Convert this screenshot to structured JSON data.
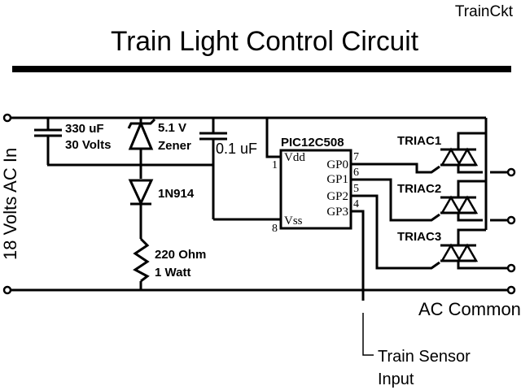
{
  "header": {
    "file_tag": "TrainCkt",
    "title": "Train Light Control Circuit"
  },
  "labels": {
    "power_input": "18 Volts AC In",
    "ac_common": "AC Common",
    "sensor_line1": "Train Sensor",
    "sensor_line2": "Input"
  },
  "components": {
    "cap_main": {
      "value": "330 uF",
      "rating": "30 Volts"
    },
    "zener": {
      "value": "5.1 V",
      "type": "Zener"
    },
    "diode": {
      "part": "1N914"
    },
    "resistor": {
      "value": "220 Ohm",
      "rating": "1 Watt"
    },
    "cap_bypass": {
      "value": "0.1 uF"
    },
    "mcu": {
      "part": "PIC12C508",
      "pins": {
        "vdd": {
          "name": "Vdd",
          "num": "1"
        },
        "vss": {
          "name": "Vss",
          "num": "8"
        },
        "gp0": {
          "name": "GP0",
          "num": "7"
        },
        "gp1": {
          "name": "GP1",
          "num": "6"
        },
        "gp2": {
          "name": "GP2",
          "num": "5"
        },
        "gp3": {
          "name": "GP3",
          "num": "4"
        }
      }
    },
    "triacs": [
      {
        "label": "TRIAC1"
      },
      {
        "label": "TRIAC2"
      },
      {
        "label": "TRIAC3"
      }
    ]
  }
}
